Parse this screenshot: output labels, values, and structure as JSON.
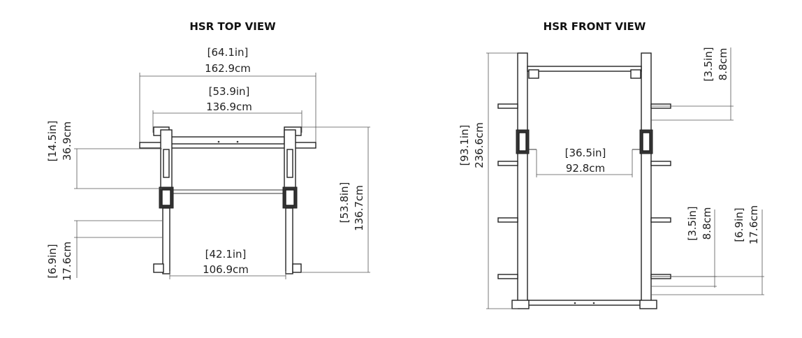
{
  "top_view": {
    "title": "HSR TOP VIEW",
    "dims": {
      "overall_width_in": "[64.1in]",
      "overall_width_cm": "162.9cm",
      "inner_width_in": "[53.9in]",
      "inner_width_cm": "136.9cm",
      "upper_depth_in": "[14.5in]",
      "upper_depth_cm": "36.9cm",
      "overall_depth_in": "[53.8in]",
      "overall_depth_cm": "136.7cm",
      "foot_width_in": "[42.1in]",
      "foot_width_cm": "106.9cm",
      "foot_offset_in": "[6.9in]",
      "foot_offset_cm": "17.6cm"
    }
  },
  "front_view": {
    "title": "HSR FRONT VIEW",
    "dims": {
      "height_in": "[93.1in]",
      "height_cm": "236.6cm",
      "inner_width_in": "[36.5in]",
      "inner_width_cm": "92.8cm",
      "top_offset_in": "[3.5in]",
      "top_offset_cm": "8.8cm",
      "low_offset_in": "[3.5in]",
      "low_offset_cm": "8.8cm",
      "low_offset2_in": "[6.9in]",
      "low_offset2_cm": "17.6cm"
    }
  }
}
